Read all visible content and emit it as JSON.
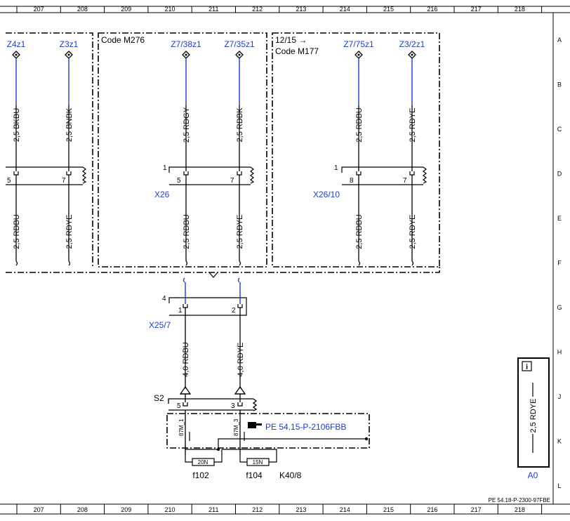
{
  "ruler": {
    "columns": [
      "207",
      "208",
      "209",
      "210",
      "211",
      "212",
      "213",
      "214",
      "215",
      "216",
      "217",
      "218"
    ],
    "rows": [
      "A",
      "B",
      "C",
      "D",
      "E",
      "F",
      "G",
      "H",
      "J",
      "K",
      "L"
    ]
  },
  "groups": {
    "code_m276": "Code M276",
    "code_m177_date": "12/15 →",
    "code_m177": "Code M177"
  },
  "signals": {
    "z4z1": "Z4z1",
    "z3z1": "Z3z1",
    "z7_38z1": "Z7/38z1",
    "z7_35z1": "Z7/35z1",
    "z7_75z1": "Z7/75z1",
    "z3_2z1": "Z3/2z1"
  },
  "wires_top": [
    "2,5 BKBU",
    "2,5 BNBK",
    "2,5 RDGY",
    "2,5 RDBK",
    "2,5 RDBU",
    "2,5 RDYE"
  ],
  "wires_mid": [
    "2,5 RDBU",
    "2,5 RDYE",
    "2,5 RDBU",
    "2,5 RDYE",
    "2,5 RDBU",
    "2,5 RDYE"
  ],
  "connectors": {
    "x26": "X26",
    "x26_10": "X26/10",
    "x25_7": "X25/7",
    "s2": "S2"
  },
  "pins": {
    "left_5": "5",
    "left_7": "7",
    "x26_1": "1",
    "x26_5": "5",
    "x26_7": "7",
    "x2610_1": "1",
    "x2610_8": "8",
    "x2610_7": "7",
    "x257_4": "4",
    "x257_1": "1",
    "x257_2": "2",
    "s2_5": "5",
    "s2_3": "3"
  },
  "wires_lower": [
    "4,0 RDBU",
    "4,0 RDYE"
  ],
  "relay": {
    "contact_1": "87M_1",
    "contact_3": "87M_3",
    "ref_icon": "pointing-hand-icon",
    "ref": "PE 54.15-P-2106FBB"
  },
  "fuses": {
    "f102_rating": "20N",
    "f104_rating": "15N",
    "f102": "f102",
    "f104": "f104",
    "module": "K40/8"
  },
  "info_box": {
    "icon": "info-icon",
    "icon_glyph": "i",
    "wire": "2,5 RDYE",
    "ground": "A0"
  },
  "doc_number": "PE 54.18-P-2300-97FBE",
  "colors": {
    "wire_blue": "#1a3fd1",
    "line": "#000000"
  }
}
